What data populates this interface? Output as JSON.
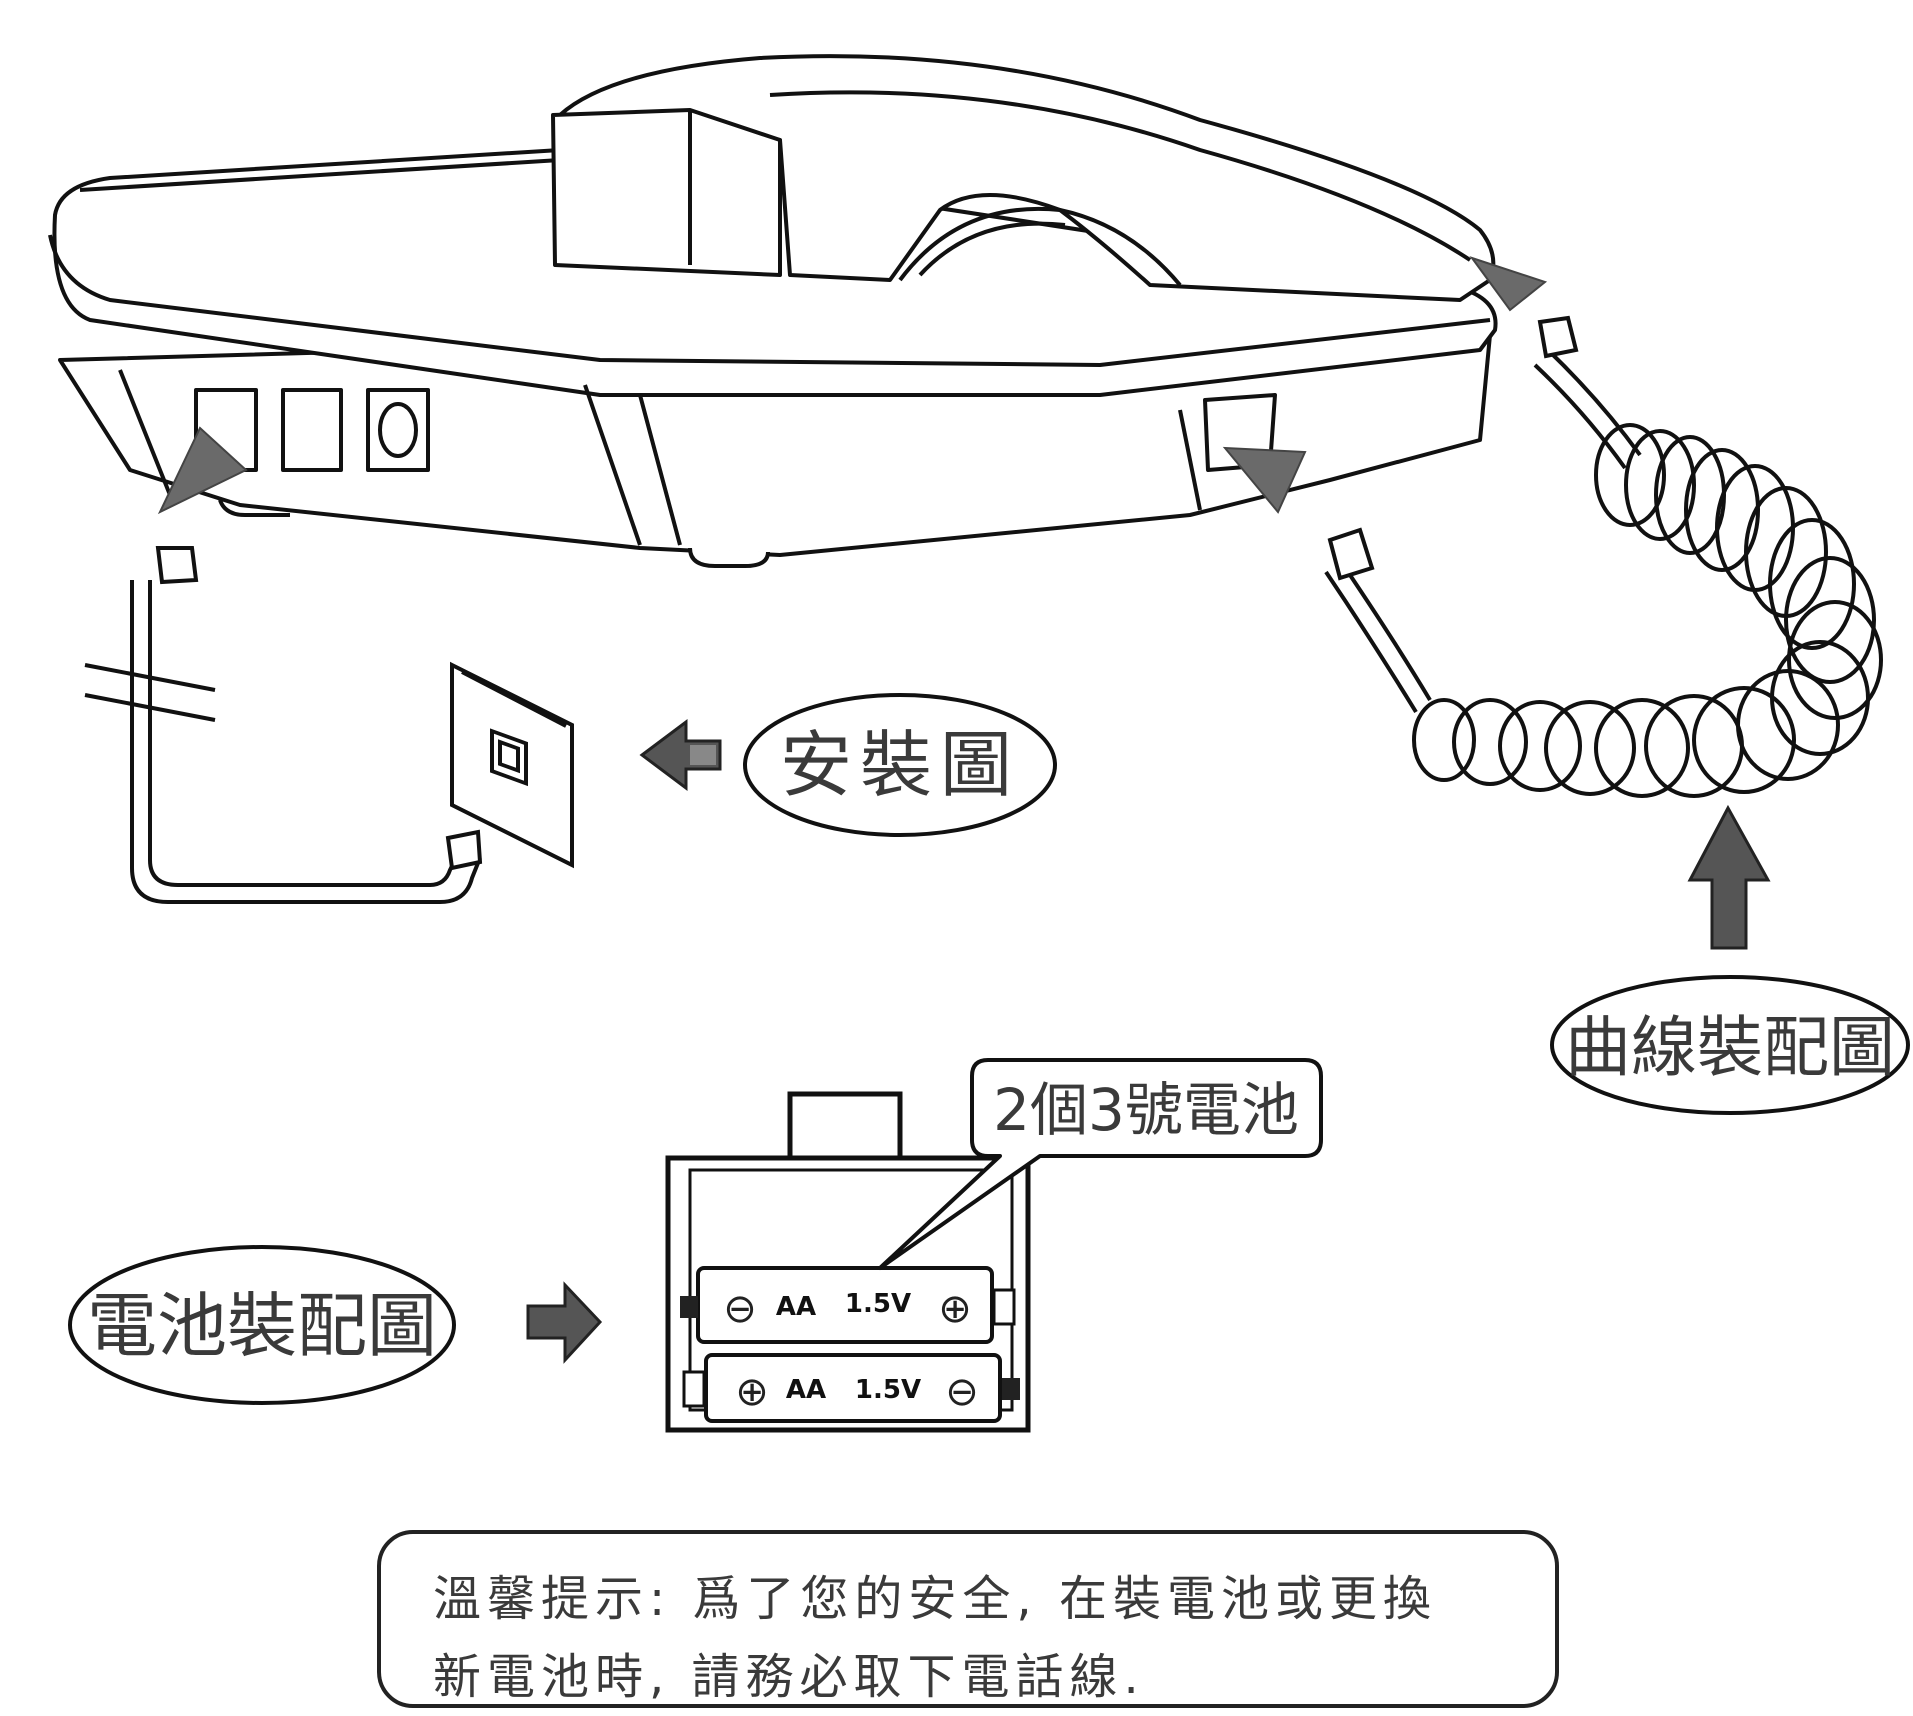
{
  "labels": {
    "install": "安裝圖",
    "coil_cord": "曲線裝配圖",
    "battery_assembly": "電池裝配圖",
    "battery_callout": "2個3號電池"
  },
  "batteries": [
    {
      "size": "AA",
      "voltage": "1.5V",
      "left_symbol": "⊖",
      "right_symbol": "⊕"
    },
    {
      "size": "AA",
      "voltage": "1.5V",
      "left_symbol": "⊕",
      "right_symbol": "⊖"
    }
  ],
  "note": {
    "line1": "溫馨提示: 爲了您的安全, 在裝電池或更換",
    "line2": "新電池時, 請務必取下電話線."
  }
}
